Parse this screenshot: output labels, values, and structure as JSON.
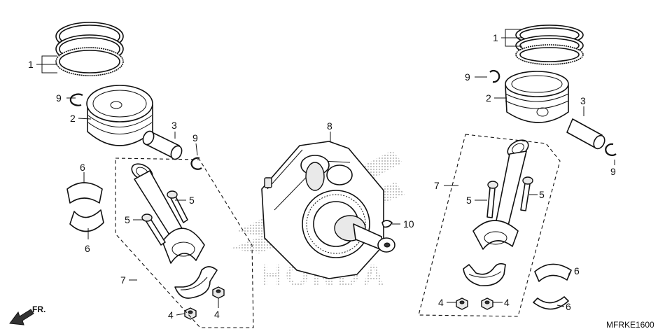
{
  "diagram_code": "MFRKE1600",
  "front_indicator": "FR.",
  "watermark": "HONDA",
  "callouts": {
    "c1": "1",
    "c2": "2",
    "c3": "3",
    "c4": "4",
    "c5": "5",
    "c6": "6",
    "c7": "7",
    "c8": "8",
    "c9": "9",
    "c10": "10"
  }
}
